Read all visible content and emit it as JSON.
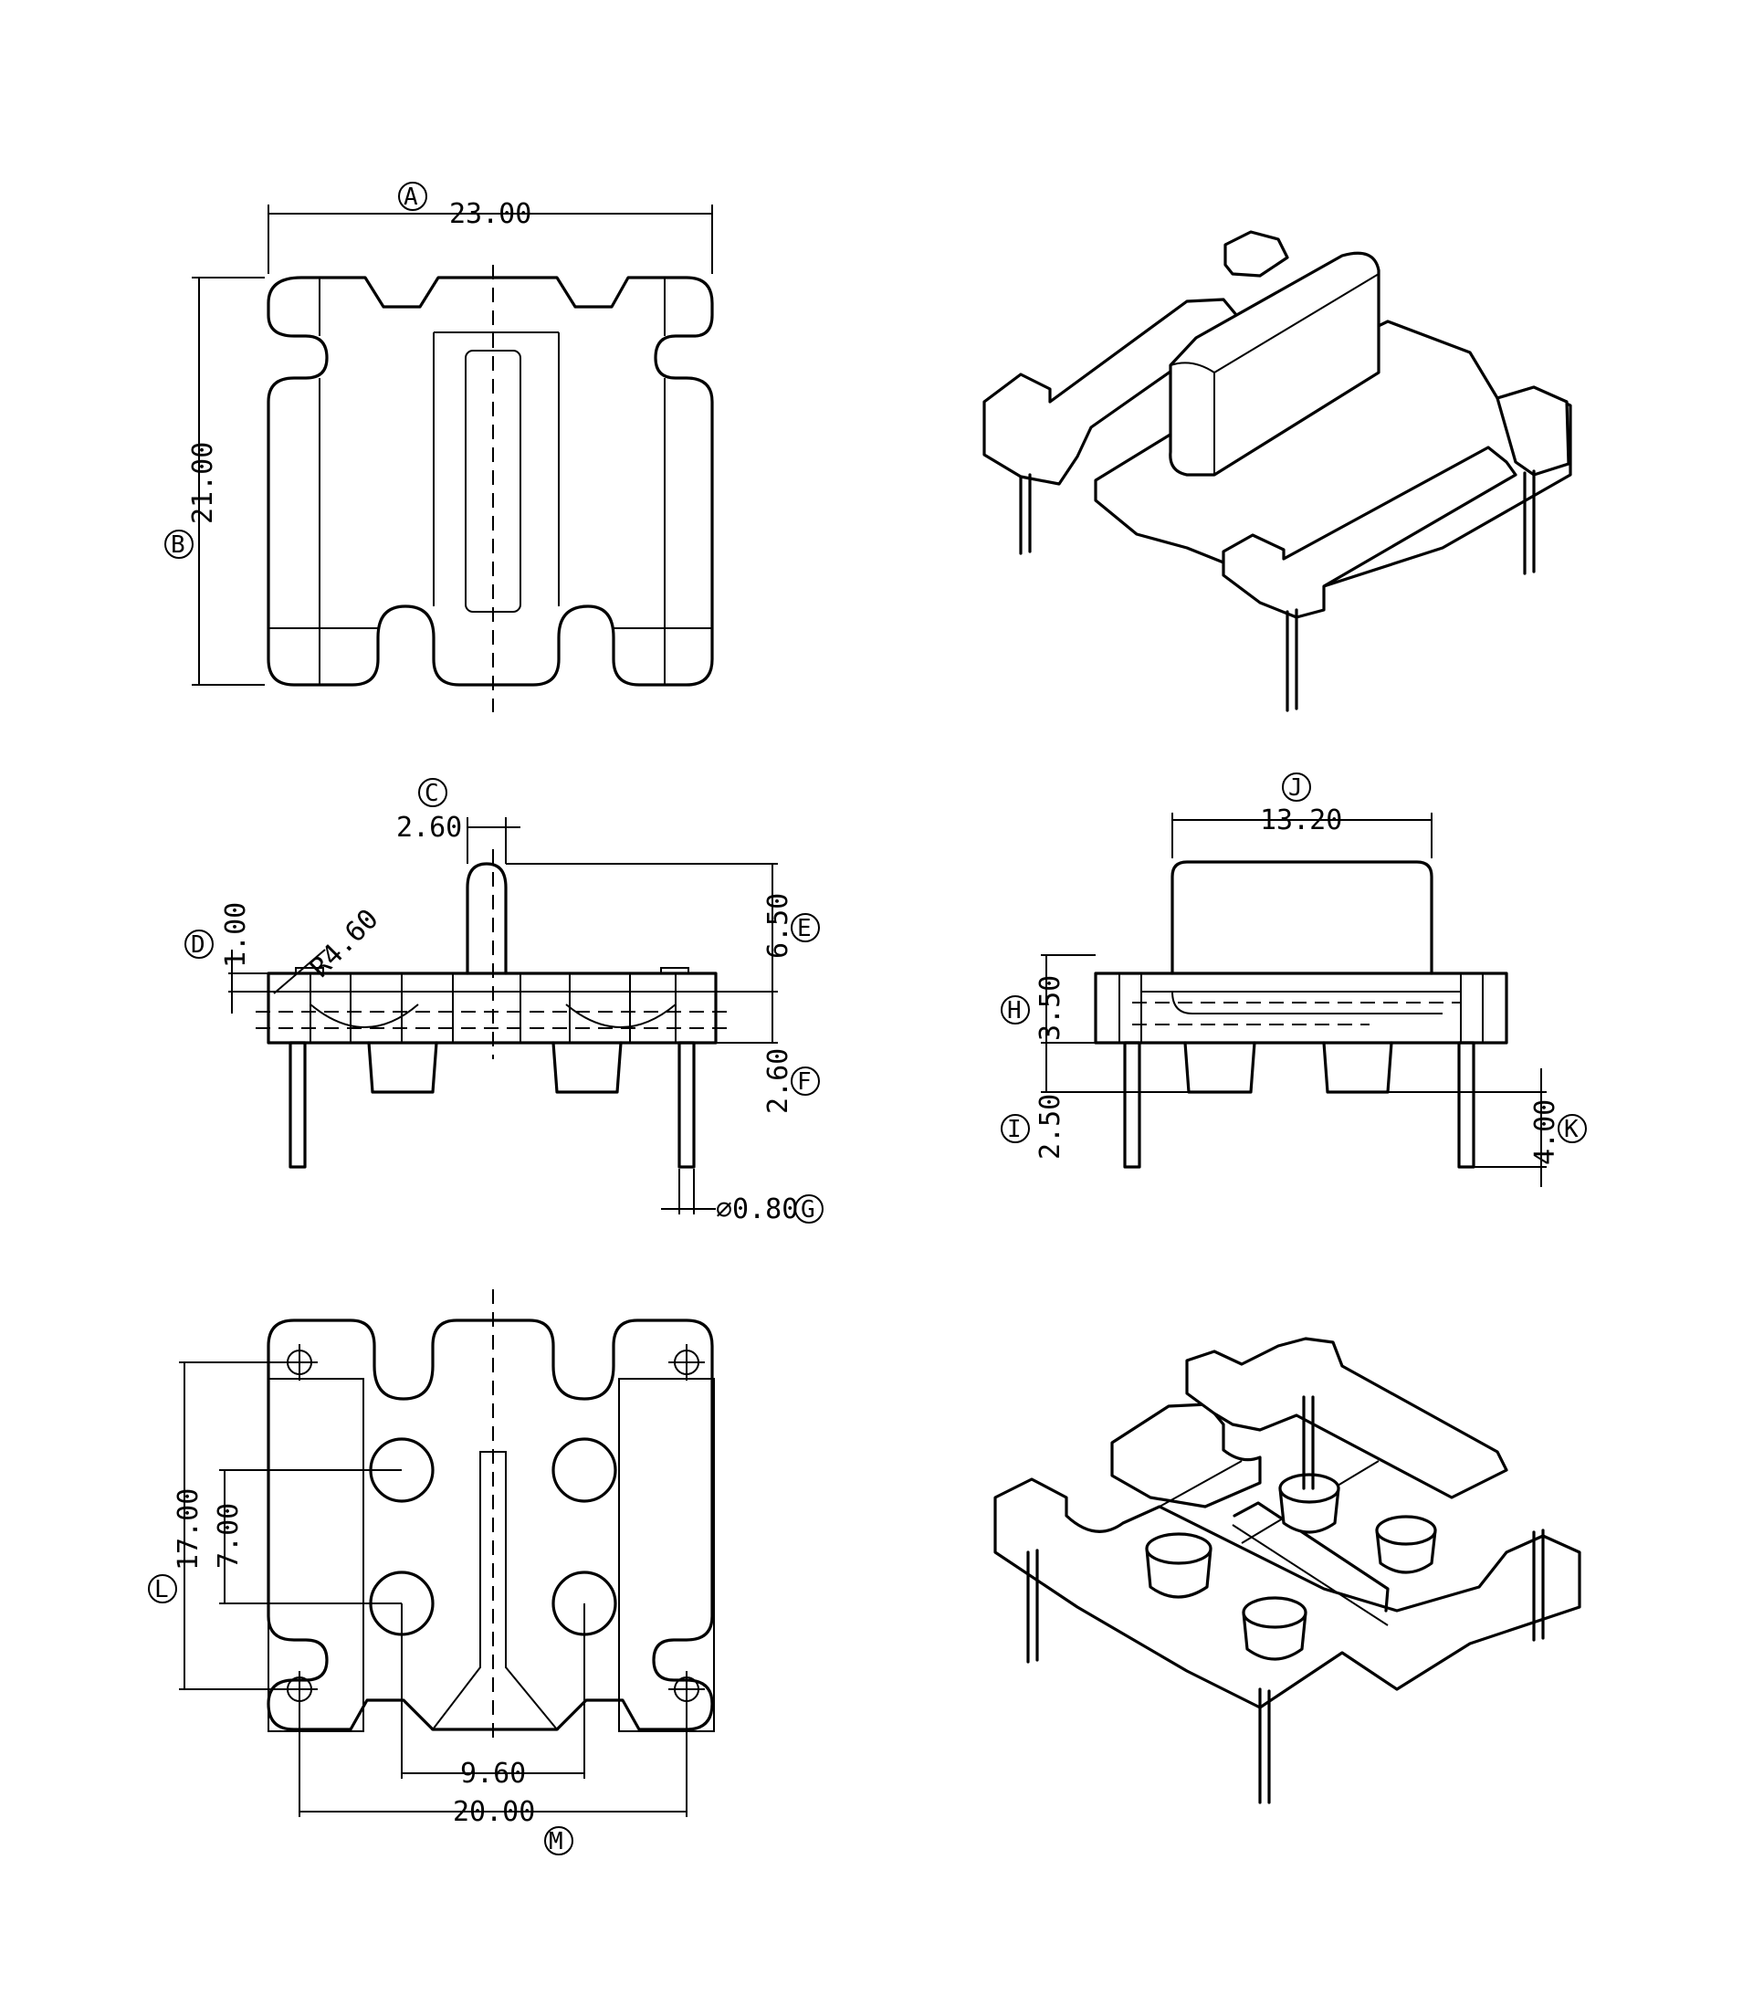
{
  "views": {
    "top": {
      "width": {
        "label": "A",
        "value": "23.00"
      },
      "height": {
        "label": "B",
        "value": "21.00"
      }
    },
    "front": {
      "pin_c": {
        "label": "C",
        "value": "2.60"
      },
      "base_d": {
        "label": "D",
        "value": "1.00"
      },
      "radius": {
        "value": "R4.60"
      },
      "post_e": {
        "label": "E",
        "value": "6.50"
      },
      "standoff_f": {
        "label": "F",
        "value": "2.60"
      },
      "pin_g": {
        "label": "G",
        "value": "∅0.80"
      }
    },
    "side": {
      "core_j": {
        "label": "J",
        "value": "13.20"
      },
      "flange_h": {
        "label": "H",
        "value": "3.50"
      },
      "standoff_i": {
        "label": "I",
        "value": "2.50"
      },
      "pin_k": {
        "label": "K",
        "value": "4.00"
      }
    },
    "bottom": {
      "pitch_l": {
        "label": "L",
        "value": "17.00"
      },
      "inner_pitch": {
        "value": "7.00"
      },
      "hole_spacing": {
        "value": "9.60"
      },
      "pin_span_m": {
        "label": "M",
        "value": "20.00"
      }
    }
  }
}
